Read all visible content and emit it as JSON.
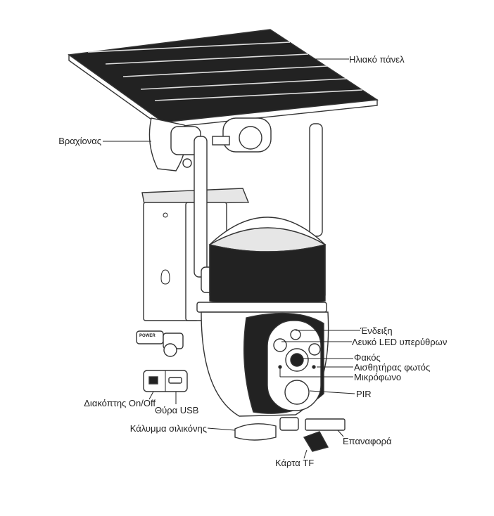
{
  "labels": {
    "solar_panel": "Ηλιακό πάνελ",
    "bracket": "Βραχίονας",
    "indicator": "Ένδειξη",
    "white_led_ir": "Λευκό LED υπερύθρων",
    "lens": "Φακός",
    "light_sensor": "Αισθητήρας φωτός",
    "microphone": "Μικρόφωνο",
    "pir": "PIR",
    "power_switch": "Διακόπτης On/Off",
    "usb_port": "Θύρα USB",
    "silicone_cover": "Κάλυμμα σιλικόνης",
    "reset": "Επαναφορά",
    "tf_card": "Κάρτα TF",
    "power_tag": "POWER"
  }
}
